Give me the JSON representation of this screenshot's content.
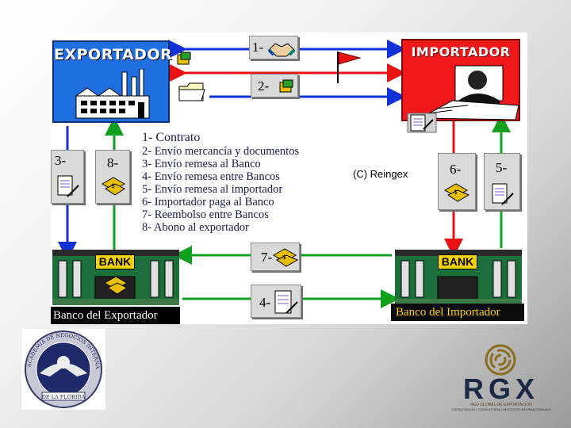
{
  "exporter": {
    "title": "EXPORTADOR"
  },
  "importer": {
    "title": "IMPORTADOR"
  },
  "steps": {
    "s1": "1-",
    "s2": "2-",
    "s3": "3-",
    "s4": "4-",
    "s5": "5-",
    "s6": "6-",
    "s7": "7-",
    "s8": "8-"
  },
  "legend": {
    "title": "1- Contrato",
    "items": [
      "2- Envío mercancía y documentos",
      "3- Envío remesa al Banco",
      "4- Envío remesa entre Bancos",
      "5- Envío remesa al importador",
      "6- Importador paga al Banco",
      "7- Reembolso entre Bancos",
      "8- Abono al exportador"
    ]
  },
  "copyright": "(C) Reingex",
  "banks": {
    "sign": "BANK",
    "exporter_label": "Banco del Exportador",
    "importer_label": "Banco del Importador"
  },
  "logos": {
    "seal_top": "ACADEMIA DE NEGOCIOS INTERNACIONALES",
    "seal_bottom": "DE LA FLORIDA",
    "rgx_letters": "RGX",
    "rgx_line1": "RED GLOBAL DE EXPORTACION",
    "rgx_line2": "CAPACITACION | CONSULTORIA | NEGOCIOS INTERNACIONALES"
  },
  "colors": {
    "exporter_blue": "#1f6fe0",
    "importer_red": "#f01818",
    "flow_blue": "#1030d8",
    "flow_red": "#e81010",
    "flow_green": "#10a020",
    "bank_sign_yellow": "#f2d200"
  },
  "icons": [
    "handshake-icon",
    "flag-icon",
    "folder-icon",
    "package-icon",
    "document-icon",
    "money-icon",
    "factory-icon",
    "businessman-icon",
    "bank-building-icon"
  ]
}
